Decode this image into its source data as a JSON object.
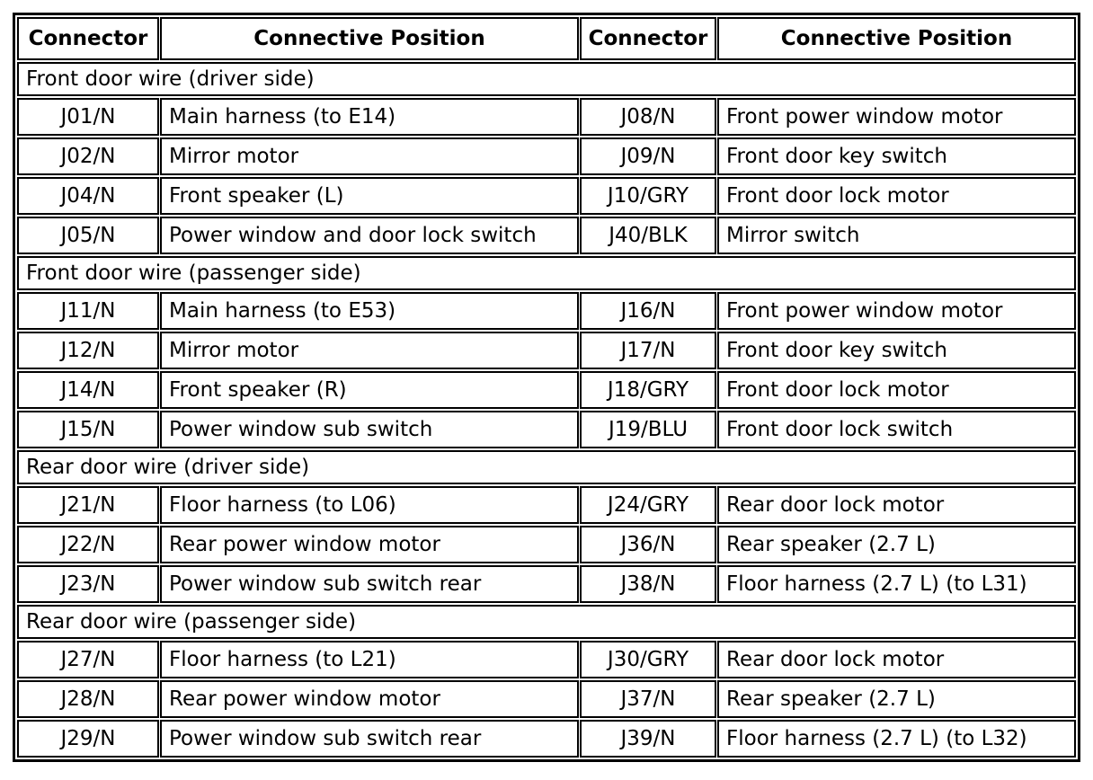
{
  "table": {
    "header": [
      "Connector",
      "Connective Position",
      "Connector",
      "Connective Position"
    ],
    "sections": [
      {
        "title": "Front door wire (driver side)",
        "rows": [
          [
            "J01/N",
            "Main harness (to E14)",
            "J08/N",
            "Front power window motor"
          ],
          [
            "J02/N",
            "Mirror motor",
            "J09/N",
            "Front door key switch"
          ],
          [
            "J04/N",
            "Front speaker (L)",
            "J10/GRY",
            "Front door lock motor"
          ],
          [
            "J05/N",
            "Power window and door lock switch",
            "J40/BLK",
            "Mirror switch"
          ]
        ]
      },
      {
        "title": "Front door wire (passenger side)",
        "rows": [
          [
            "J11/N",
            "Main harness (to E53)",
            "J16/N",
            "Front power window motor"
          ],
          [
            "J12/N",
            "Mirror motor",
            "J17/N",
            "Front door key switch"
          ],
          [
            "J14/N",
            "Front speaker (R)",
            "J18/GRY",
            "Front door lock motor"
          ],
          [
            "J15/N",
            "Power window sub switch",
            "J19/BLU",
            "Front door lock switch"
          ]
        ]
      },
      {
        "title": "Rear door wire (driver side)",
        "rows": [
          [
            "J21/N",
            "Floor harness (to L06)",
            "J24/GRY",
            "Rear door lock motor"
          ],
          [
            "J22/N",
            "Rear power window motor",
            "J36/N",
            "Rear speaker (2.7 L)"
          ],
          [
            "J23/N",
            "Power window sub switch rear",
            "J38/N",
            "Floor harness (2.7 L) (to L31)"
          ]
        ]
      },
      {
        "title": "Rear door wire (passenger side)",
        "rows": [
          [
            "J27/N",
            "Floor harness (to L21)",
            "J30/GRY",
            "Rear door lock motor"
          ],
          [
            "J28/N",
            "Rear power window motor",
            "J37/N",
            "Rear speaker (2.7 L)"
          ],
          [
            "J29/N",
            "Power window sub switch rear",
            "J39/N",
            "Floor harness (2.7 L) (to L32)"
          ]
        ]
      }
    ],
    "colors": {
      "border": "#000000",
      "background": "#ffffff",
      "text": "#000000"
    }
  }
}
